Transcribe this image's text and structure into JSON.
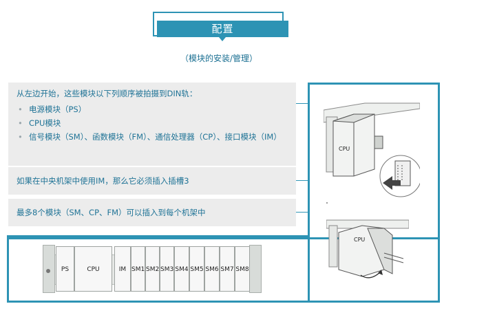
{
  "header": {
    "title": "配置",
    "subtitle": "（模块的安装/管理）"
  },
  "panels": {
    "mounting": {
      "heading": "从左边开始，这些模块以下列顺序被拍摄到DIN轨：",
      "items": [
        "电源模块（PS）",
        "CPU模块",
        "信号模块（SM）、函数模块（FM）、通信处理器（CP）、接口模块（IM）"
      ]
    },
    "im_rule": "如果在中央机架中使用IM，那么它必须插入插槽3",
    "max_rule": "最多8个模块（SM、CP、FM）可以插入到每个机架中"
  },
  "rack": {
    "slots": [
      "PS",
      "CPU",
      "IM",
      "SM1",
      "SM2",
      "SM3",
      "SM4",
      "SM5",
      "SM6",
      "SM7",
      "SM8"
    ]
  },
  "illustrations": {
    "top_label": "CPU",
    "bottom_label": "CPU"
  },
  "colors": {
    "accent": "#2d93b4",
    "text": "#1f7396",
    "panel_bg": "#ececec"
  }
}
